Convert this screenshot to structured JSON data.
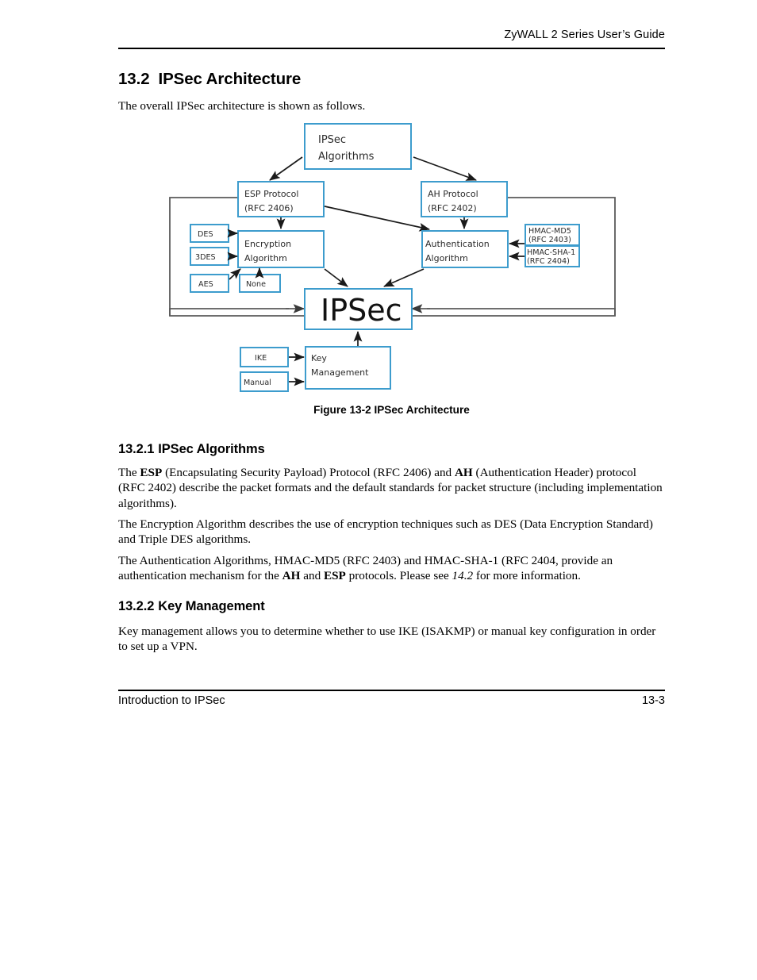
{
  "header": {
    "title": "ZyWALL 2 Series User’s Guide"
  },
  "sections": {
    "s132": {
      "number": "13.2",
      "title": "IPSec Architecture",
      "intro": "The overall IPSec architecture is shown as follows."
    },
    "s1321": {
      "number": "13.2.1",
      "title": "IPSec Algorithms",
      "paragraphs": [
        "The ESP (Encapsulating Security Payload) Protocol (RFC 2406) and AH (Authentication Header) protocol (RFC 2402) describe the packet formats and the default standards for packet structure (including implementation algorithms).",
        "The Encryption Algorithm describes the use of encryption techniques such as DES (Data Encryption Standard) and Triple DES algorithms.",
        "The Authentication Algorithms, HMAC-MD5 (RFC 2403) and HMAC-SHA-1 (RFC 2404, provide an authentication mechanism for the AH and ESP protocols. Please see 14.2 for more information."
      ]
    },
    "s1322": {
      "number": "13.2.2",
      "title": "Key Management",
      "paragraphs": [
        "Key management allows you to determine whether to use IKE (ISAKMP) or manual key configuration in order to set up a VPN."
      ]
    }
  },
  "figure": {
    "caption": "Figure 13-2 IPSec Architecture",
    "box_border_color": "#3d9ccd",
    "bus_color": "#5a5a5a",
    "nodes": {
      "ipsec_algorithms": {
        "line1": "IPSec",
        "line2": "Algorithms"
      },
      "esp_protocol": {
        "line1": "ESP Protocol",
        "line2": "(RFC 2406)"
      },
      "ah_protocol": {
        "line1": "AH Protocol",
        "line2": "(RFC 2402)"
      },
      "encryption_algorithm": {
        "line1": "Encryption",
        "line2": "Algorithm"
      },
      "authentication_algorithm": {
        "line1": "Authentication",
        "line2": "Algorithm"
      },
      "des": {
        "label": "DES"
      },
      "tripledes": {
        "label": "3DES"
      },
      "aes": {
        "label": "AES"
      },
      "none": {
        "label": "None"
      },
      "hmac_md5": {
        "line1": "HMAC-MD5",
        "line2": "(RFC 2403)"
      },
      "hmac_sha1": {
        "line1": "HMAC-SHA-1",
        "line2": "(RFC 2404)"
      },
      "ipsec": {
        "label": "IPSec"
      },
      "ike": {
        "label": "IKE"
      },
      "manual": {
        "label": "Manual"
      },
      "key_management": {
        "line1": "Key",
        "line2": "Management"
      }
    }
  },
  "footer": {
    "left": "Introduction to IPSec",
    "page": "13-3"
  }
}
